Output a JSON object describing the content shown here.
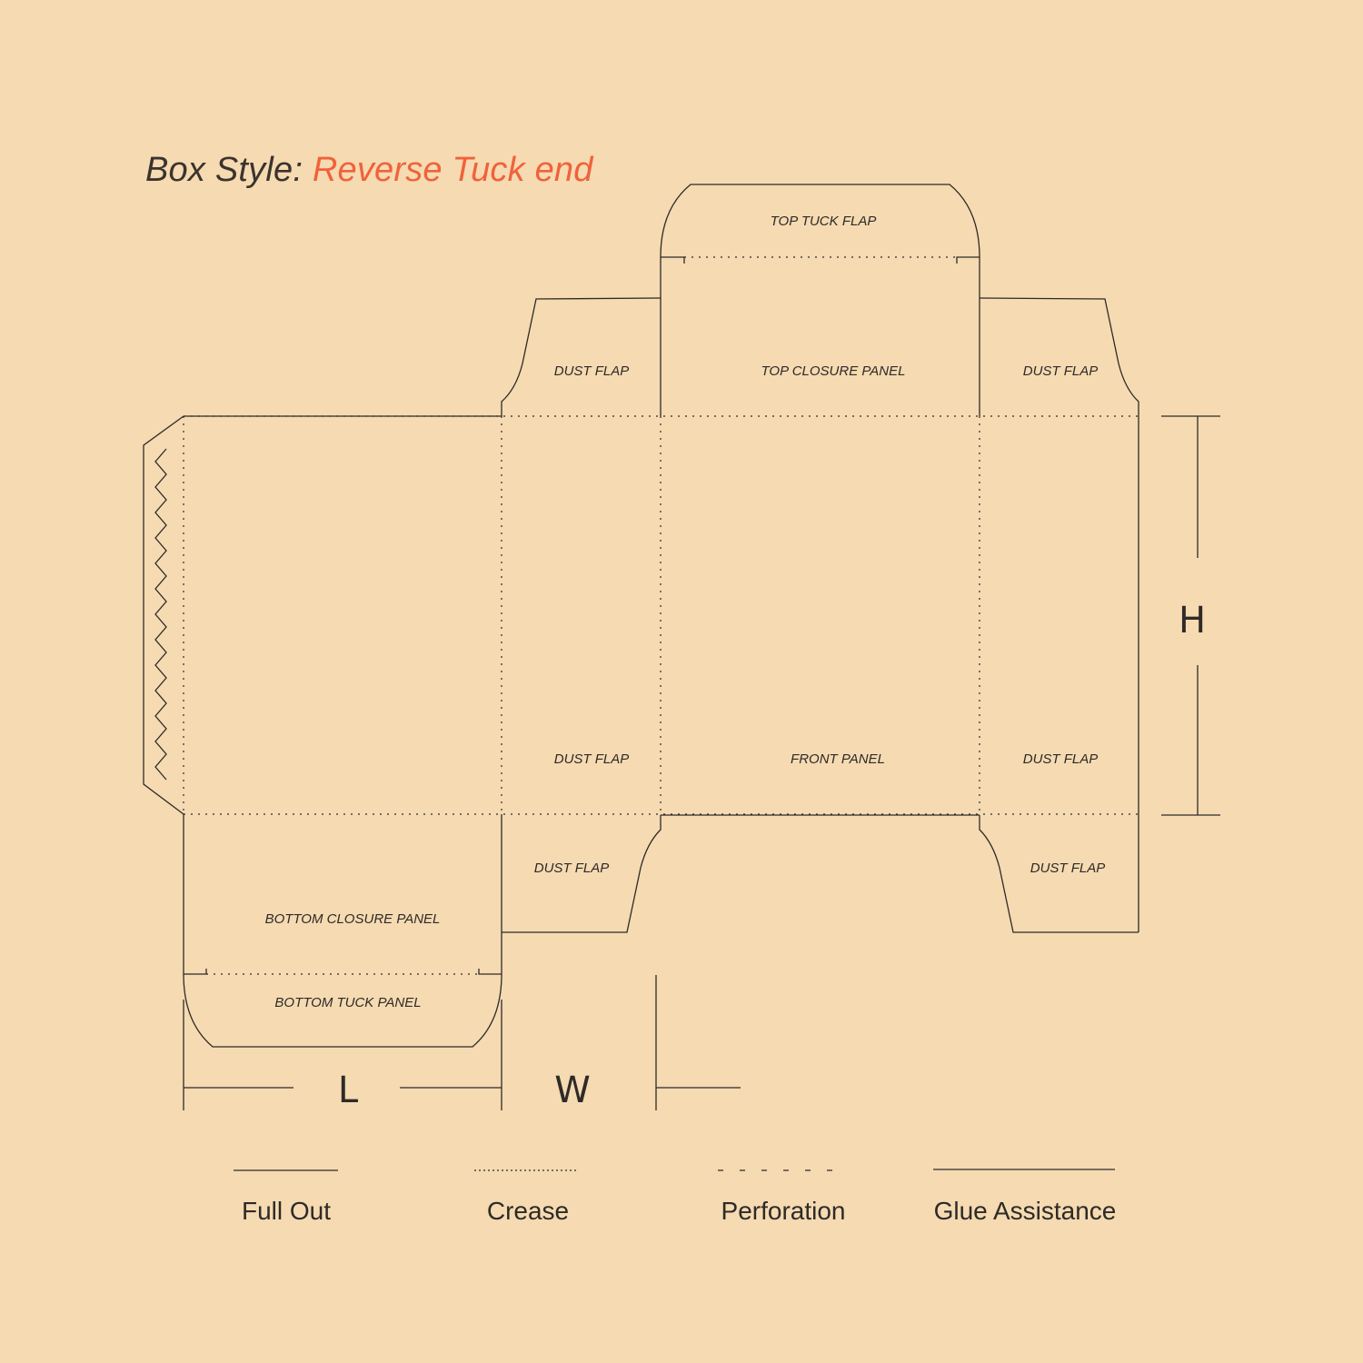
{
  "title": {
    "prefix": "Box Style: ",
    "style_name": "Reverse Tuck end"
  },
  "panels": {
    "top_tuck_flap": "TOP TUCK FLAP",
    "top_closure_panel": "TOP CLOSURE PANEL",
    "dust_flap_top_left": "DUST FLAP",
    "dust_flap_top_right": "DUST FLAP",
    "dust_flap_mid_left": "DUST FLAP",
    "front_panel": "FRONT PANEL",
    "dust_flap_mid_right": "DUST FLAP",
    "dust_flap_bottom_left": "DUST FLAP",
    "dust_flap_bottom_right": "DUST FLAP",
    "bottom_closure_panel": "BOTTOM CLOSURE PANEL",
    "bottom_tuck_panel": "BOTTOM TUCK PANEL"
  },
  "dimensions": {
    "length": "L",
    "width": "W",
    "height": "H"
  },
  "legend": [
    {
      "label": "Full Out",
      "style": "solid"
    },
    {
      "label": "Crease",
      "style": "dotted"
    },
    {
      "label": "Perforation",
      "style": "dashed"
    },
    {
      "label": "Glue Assistance",
      "style": "solid"
    }
  ],
  "colors": {
    "background": "#f5dab2",
    "line": "#2e2a27",
    "accent": "#f0623a"
  }
}
